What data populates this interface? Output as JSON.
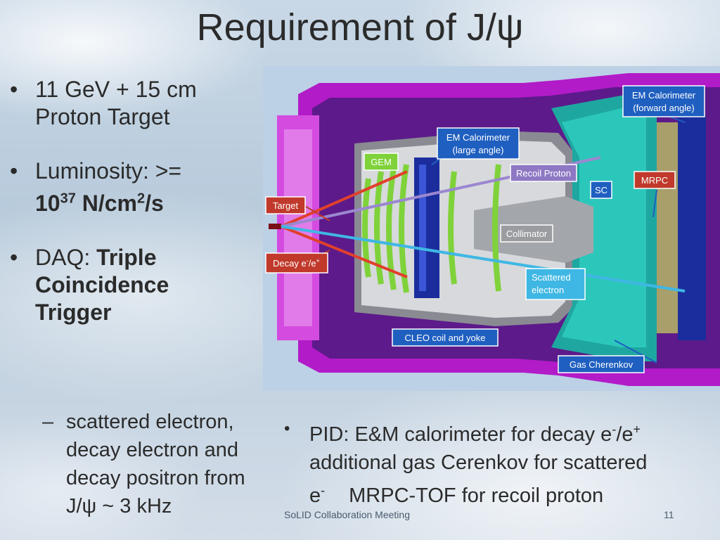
{
  "slide": {
    "title": "Requirement of J/ψ",
    "bullets": {
      "b1_line1": "11 GeV + 15 cm",
      "b1_line2": "Proton Target",
      "b2_prefix": "Luminosity: >=",
      "b2_base": "10",
      "b2_exp": "37",
      "b2_unit1": " N/cm",
      "b2_exp2": "2",
      "b2_unit2": "/s",
      "b3_prefix": "DAQ: ",
      "b3_bold1": "Triple",
      "b3_bold2": "Coincidence",
      "b3_bold3": "Trigger"
    },
    "sub_bullet": {
      "dash": "–",
      "line1": " scattered electron,",
      "line2": "decay electron and",
      "line3": "decay positron from",
      "line4": "J/ψ ~ 3 kHz"
    },
    "pid": {
      "part1": "PID: E&M calorimeter for decay e",
      "sup1": "-",
      "part2": "/e",
      "sup2": "+",
      "line2": "additional gas Cerenkov for scattered",
      "line3_e": "e",
      "line3_sup": "-",
      "line3_rest": "MRPC-TOF for recoil proton"
    },
    "footer": {
      "meeting": "SoLID Collaboration Meeting",
      "page": "11"
    },
    "bullet_char": "•"
  },
  "figure": {
    "labels": {
      "em_forward_1": "EM Calorimeter",
      "em_forward_2": "(forward angle)",
      "em_large_1": "EM Calorimeter",
      "em_large_2": "(large angle)",
      "gem": "GEM",
      "recoil_proton": "Recoil Proton",
      "mrpc": "MRPC",
      "sc": "SC",
      "target": "Target",
      "collimator": "Collimator",
      "decay_base": "Decay e",
      "decay_sup1": "-",
      "decay_mid": "/e",
      "decay_sup2": "+",
      "scattered_1": "Scattered",
      "scattered_2": "electron",
      "cleo": "CLEO coil and yoke",
      "gas_cherenkov": "Gas Cherenkov"
    },
    "colors": {
      "yoke_magenta": "#b21bc8",
      "yoke_purple": "#5d1a8a",
      "label_blue": "#1f5fc0",
      "label_red": "#c0392b",
      "gem_green": "#7fd23a",
      "calorimeter_navy": "#1b2d9c",
      "cherenkov_teal": "#1ea7a0"
    }
  }
}
